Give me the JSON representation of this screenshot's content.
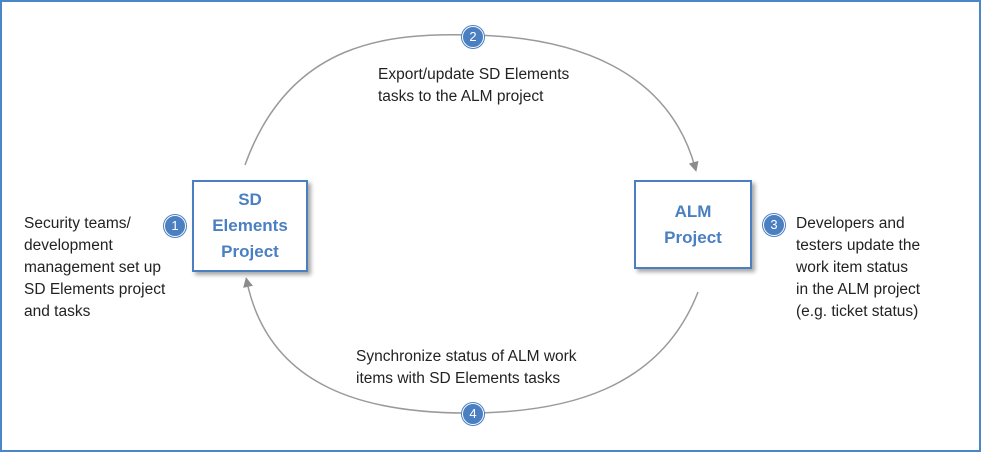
{
  "boxes": {
    "sd_elements": "SD\nElements\nProject",
    "alm": "ALM\nProject"
  },
  "steps": [
    {
      "number": "1",
      "text": "Security teams/\ndevelopment\nmanagement set up\nSD Elements project\nand tasks"
    },
    {
      "number": "2",
      "text": "Export/update SD Elements\ntasks to the ALM project"
    },
    {
      "number": "3",
      "text": "Developers and\ntesters update the\nwork item status\nin the ALM project\n(e.g. ticket status)"
    },
    {
      "number": "4",
      "text": "Synchronize status of ALM work\nitems with SD Elements tasks"
    }
  ],
  "colors": {
    "accent": "#4a7fc1",
    "arrow": "#8c8c8c",
    "frame": "#4a86c8"
  }
}
